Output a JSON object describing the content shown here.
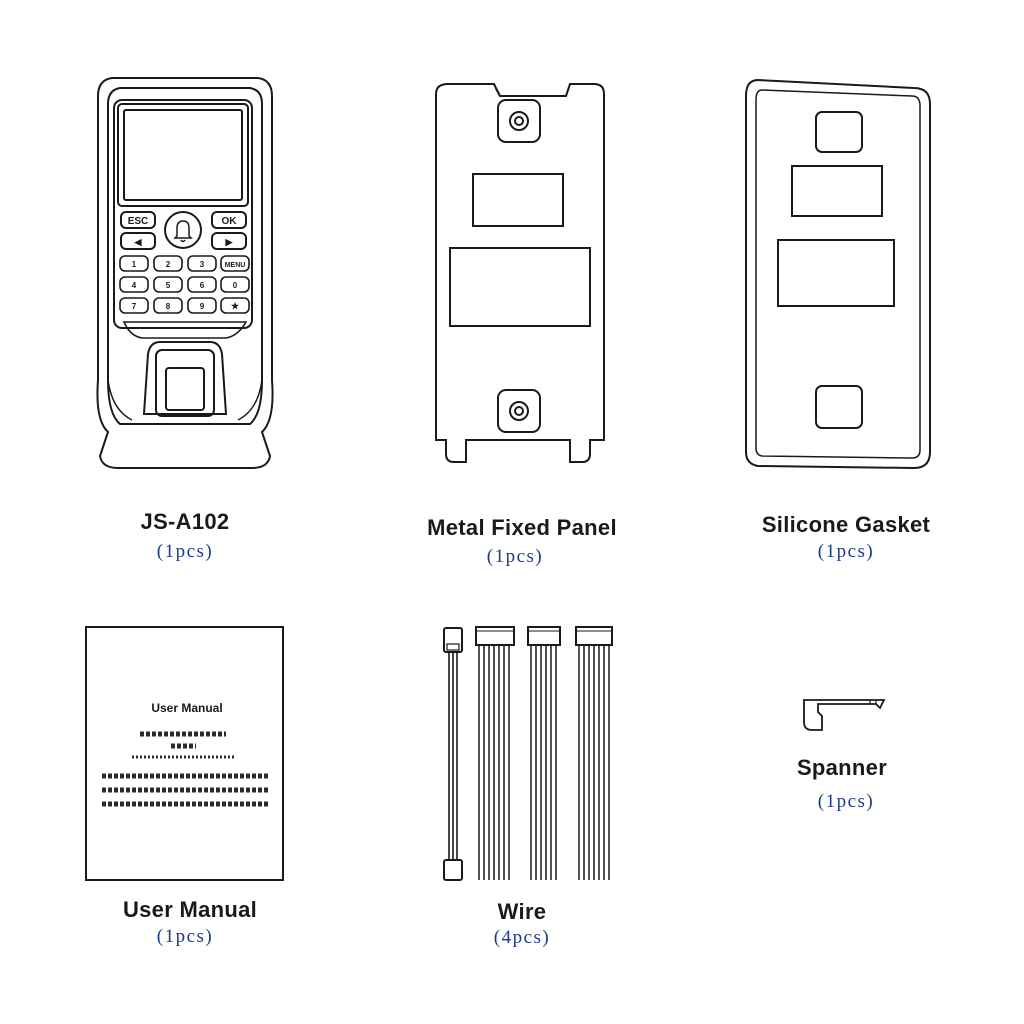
{
  "items": [
    {
      "name": "JS-A102",
      "qty": "(1pcs)"
    },
    {
      "name": "Metal Fixed Panel",
      "qty": "(1pcs)"
    },
    {
      "name": "Silicone Gasket",
      "qty": "(1pcs)"
    },
    {
      "name": "User Manual",
      "qty": "(1pcs)"
    },
    {
      "name": "Wire",
      "qty": "(4pcs)"
    },
    {
      "name": "Spanner",
      "qty": "(1pcs)"
    }
  ],
  "device": {
    "keys": {
      "esc": "ESC",
      "ok": "OK",
      "left": "◀",
      "right": "▶",
      "k1": "1",
      "k2": "2",
      "k3": "3",
      "menu": "MENU",
      "k4": "4",
      "k5": "5",
      "k6": "6",
      "k0": "0",
      "k7": "7",
      "k8": "8",
      "k9": "9",
      "star": "★"
    }
  },
  "manual": {
    "cover_title": "User Manual"
  },
  "colors": {
    "line": "#1a1a1a",
    "quantity_text": "#1f3a86"
  },
  "icons": [
    "bell-icon",
    "fingerprint-sensor",
    "spanner-icon"
  ]
}
